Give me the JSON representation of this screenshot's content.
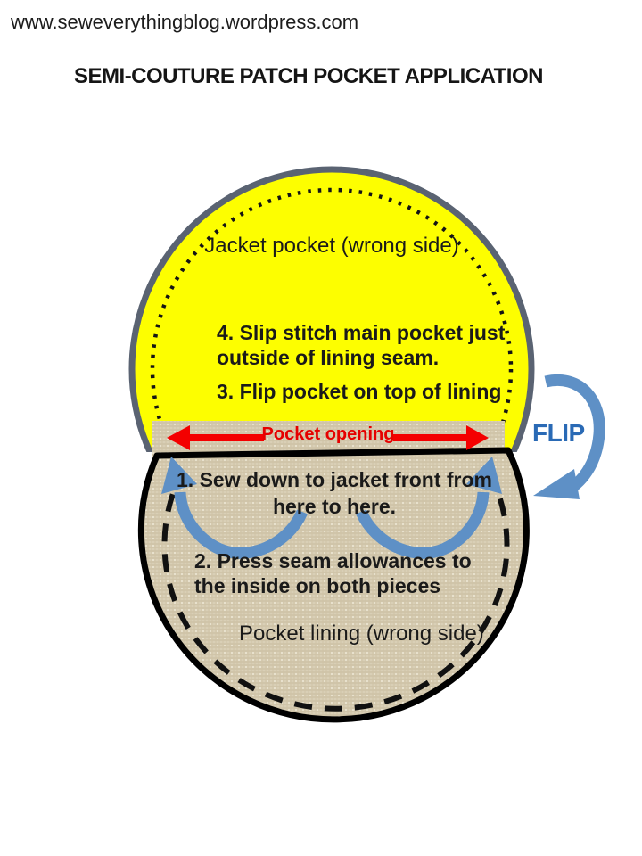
{
  "header": {
    "url": "www.seweverythingblog.wordpress.com",
    "title": "SEMI-COUTURE PATCH POCKET APPLICATION"
  },
  "jacket_pocket": {
    "label": "Jacket pocket (wrong side)",
    "step4": [
      "4. Slip stitch main pocket just",
      "outside of lining seam."
    ],
    "step3": "3. Flip pocket on top of lining",
    "fill_color": "#fdfe00",
    "border_color": "#5a6372",
    "stitch_line_style": "dotted"
  },
  "pocket_opening": {
    "label": "Pocket opening",
    "text_color": "#e60000",
    "arrow_color": "#f40000"
  },
  "flip": {
    "label": "FLIP",
    "text_color": "#2a6ab5",
    "arrow_color": "#5e90c6"
  },
  "pocket_lining": {
    "step1": [
      "1. Sew down to jacket front from",
      "here to here."
    ],
    "step2": [
      "2. Press seam allowances to",
      "the inside on both pieces"
    ],
    "label": "Pocket lining (wrong side)",
    "fill_color": "#d9cfb6",
    "border_color": "#000000",
    "stitch_line_style": "dashed"
  }
}
